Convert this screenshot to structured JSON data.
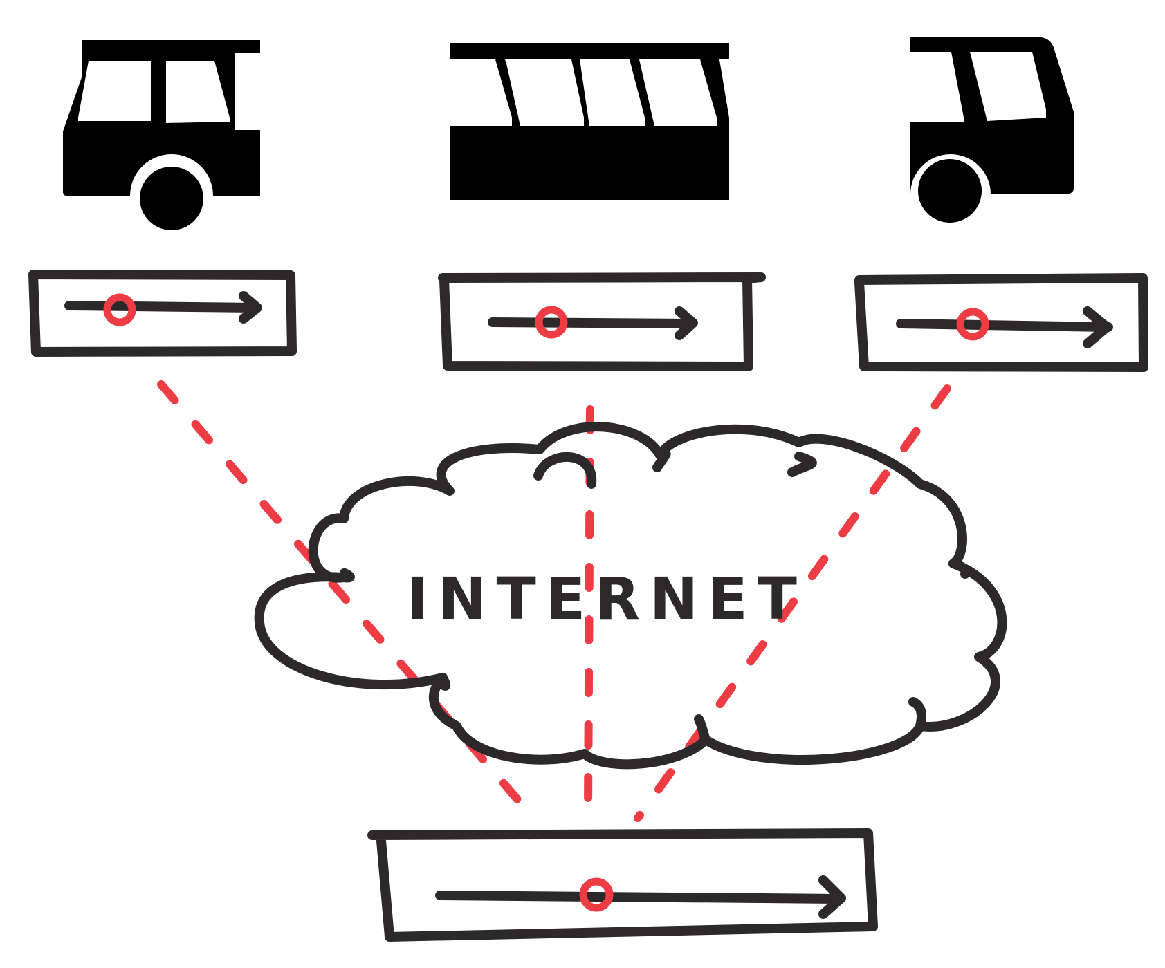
{
  "cloud": {
    "label": "INTERNET"
  },
  "vehicles": [
    {
      "id": "vehicle-left",
      "icon": "bus-front-icon"
    },
    {
      "id": "vehicle-middle",
      "icon": "bus-side-icon"
    },
    {
      "id": "vehicle-right",
      "icon": "bus-rear-icon"
    }
  ],
  "timelines": [
    {
      "id": "timeline-vehicle-1",
      "marker_position": 0.2
    },
    {
      "id": "timeline-vehicle-2",
      "marker_position": 0.27
    },
    {
      "id": "timeline-vehicle-3",
      "marker_position": 0.36
    },
    {
      "id": "timeline-combined",
      "marker_position": 0.39
    }
  ],
  "colors": {
    "ink": "#2b292a",
    "accent": "#ee3c44",
    "background": "#ffffff"
  }
}
